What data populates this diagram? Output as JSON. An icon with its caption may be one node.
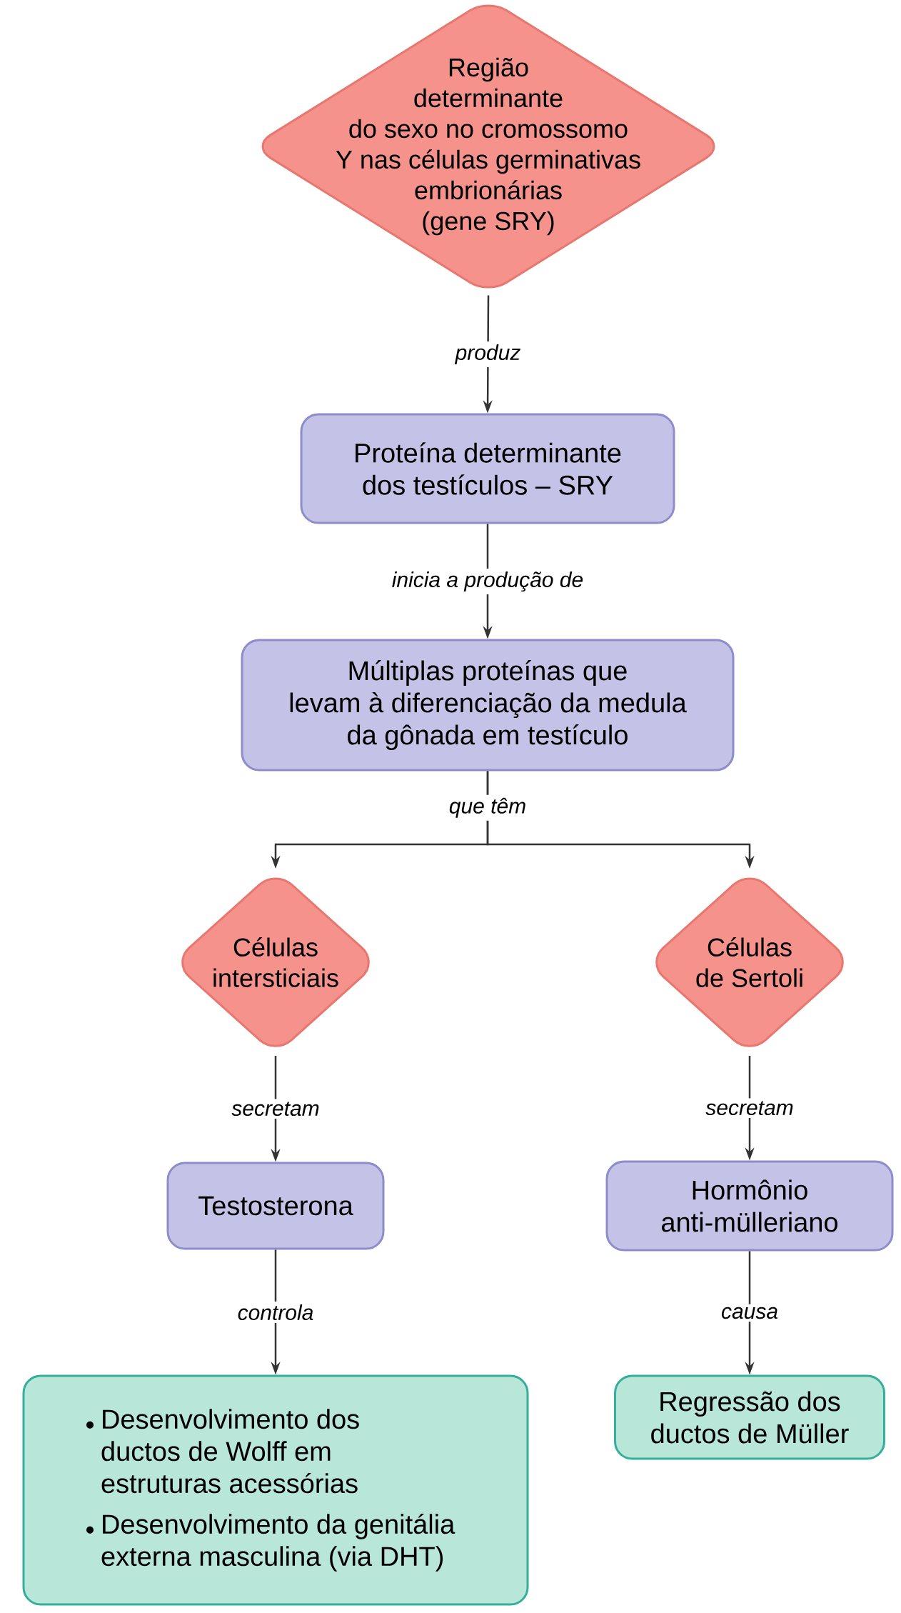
{
  "diagram": {
    "nodes": [
      {
        "text": [
          "Região determinante do sexo no cromossomo Y nas células germinativas embrionárias (gene SRY)"
        ]
      },
      {
        "text": [
          "Proteína determinante dos testículos – SRY"
        ]
      },
      {
        "text": [
          "Múltiplas proteínas que levam à diferenciação da medula da gônada em testículo"
        ]
      },
      {
        "text": [
          "Células intersticiais"
        ]
      },
      {
        "text": [
          "Células de Sertoli"
        ]
      },
      {
        "text": [
          "Testosterona"
        ]
      },
      {
        "text": [
          "Hormônio anti-mülleriano"
        ]
      },
      {
        "text": [
          "Desenvolvimento dos ductos de Wolff em estruturas acessórias",
          "Desenvolvimento da genitália externa masculina (via DHT)"
        ]
      },
      {
        "text": [
          "Regressão dos ductos de Müller"
        ]
      }
    ],
    "edges": [
      {
        "from": 0,
        "to": 1,
        "arrow": "to",
        "label": "produz"
      },
      {
        "from": 1,
        "to": 2,
        "arrow": "to",
        "label": "inicia a produção de"
      },
      {
        "from": 2,
        "to": 3,
        "arrow": "to",
        "label": "que têm"
      },
      {
        "from": 2,
        "to": 4,
        "arrow": "to"
      },
      {
        "from": 3,
        "to": 5,
        "arrow": "to",
        "label": "secretam"
      },
      {
        "from": 4,
        "to": 6,
        "arrow": "to",
        "label": "secretam"
      },
      {
        "from": 5,
        "to": 7,
        "arrow": "to",
        "label": "controla"
      },
      {
        "from": 6,
        "to": 8,
        "arrow": "to",
        "label": "causa"
      }
    ]
  }
}
